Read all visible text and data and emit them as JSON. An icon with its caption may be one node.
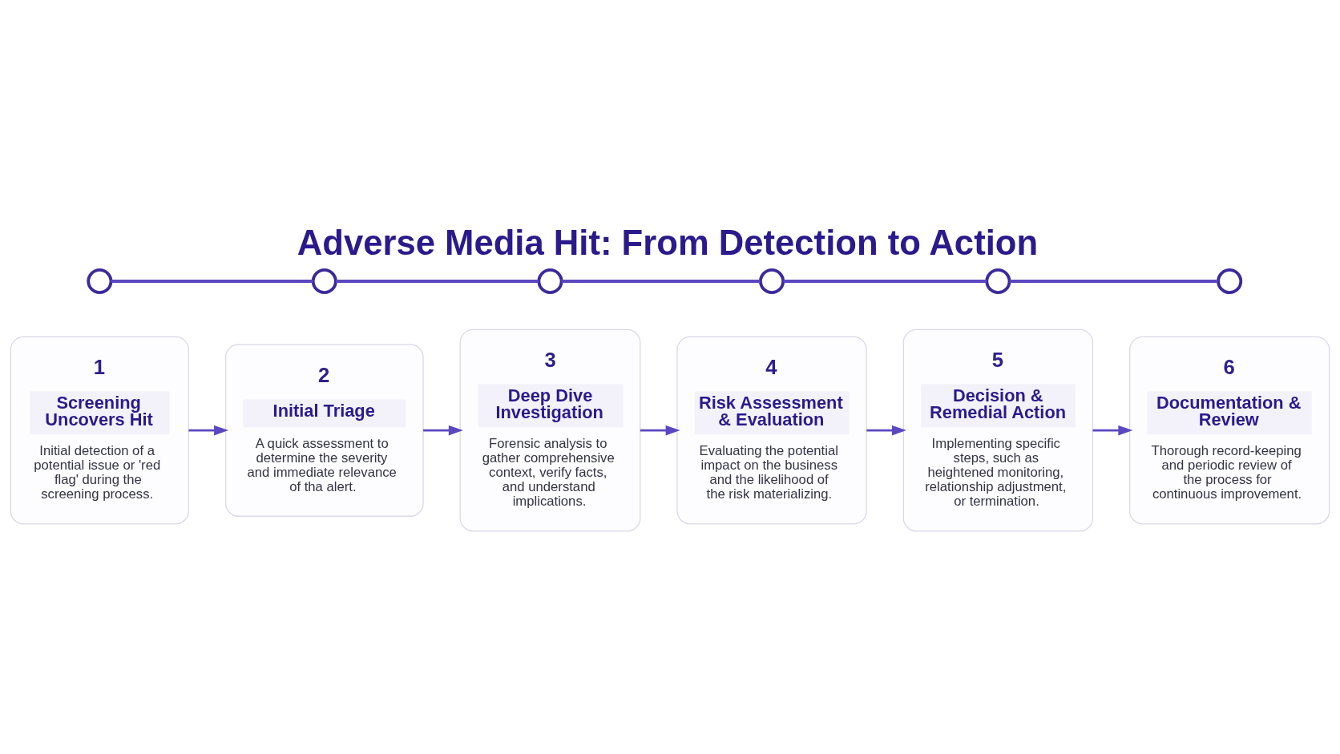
{
  "diagram": {
    "title": "Adverse Media Hit: From Detection to Action",
    "nodes": [
      {
        "text": [
          "1",
          "Screening Uncovers Hit",
          "Initial detection of a potential issue or 'red flag' during the screening process."
        ]
      },
      {
        "text": [
          "2",
          "Initial Triage",
          "A quick assessment to determine the severity and immediate relevance of tha alert."
        ]
      },
      {
        "text": [
          "3",
          "Deep Dive Investigation",
          "Forensic analysis to gather comprehensive context, verify facts, and understand implications."
        ]
      },
      {
        "text": [
          "4",
          "Risk Assessment & Evaluation",
          "Evaluating the potential impact on the business and the likelihood of the risk materializing."
        ]
      },
      {
        "text": [
          "5",
          "Decision & Remedial Action",
          "Implementing specific steps, such as heightened monitoring, relationship adjustment, or termination."
        ]
      },
      {
        "text": [
          "6",
          "Documentation & Review",
          "Thorough record-keeping and periodic review of the process for continuous improvement."
        ]
      },
      {
        "text": [],
        "shape": "circle"
      },
      {
        "text": [],
        "shape": "circle"
      },
      {
        "text": [],
        "shape": "circle"
      },
      {
        "text": [],
        "shape": "circle"
      },
      {
        "text": [],
        "shape": "circle"
      },
      {
        "text": [],
        "shape": "circle"
      }
    ],
    "edges": [
      {
        "from": 0,
        "to": 1,
        "arrow": "to"
      },
      {
        "from": 1,
        "to": 2,
        "arrow": "to"
      },
      {
        "from": 2,
        "to": 3,
        "arrow": "to"
      },
      {
        "from": 3,
        "to": 4,
        "arrow": "to"
      },
      {
        "from": 4,
        "to": 5,
        "arrow": "to"
      },
      {
        "from": 6,
        "to": 7,
        "arrow": "none"
      },
      {
        "from": 7,
        "to": 8,
        "arrow": "none"
      },
      {
        "from": 8,
        "to": 9,
        "arrow": "none"
      },
      {
        "from": 9,
        "to": 10,
        "arrow": "none"
      },
      {
        "from": 10,
        "to": 11,
        "arrow": "none"
      }
    ]
  }
}
